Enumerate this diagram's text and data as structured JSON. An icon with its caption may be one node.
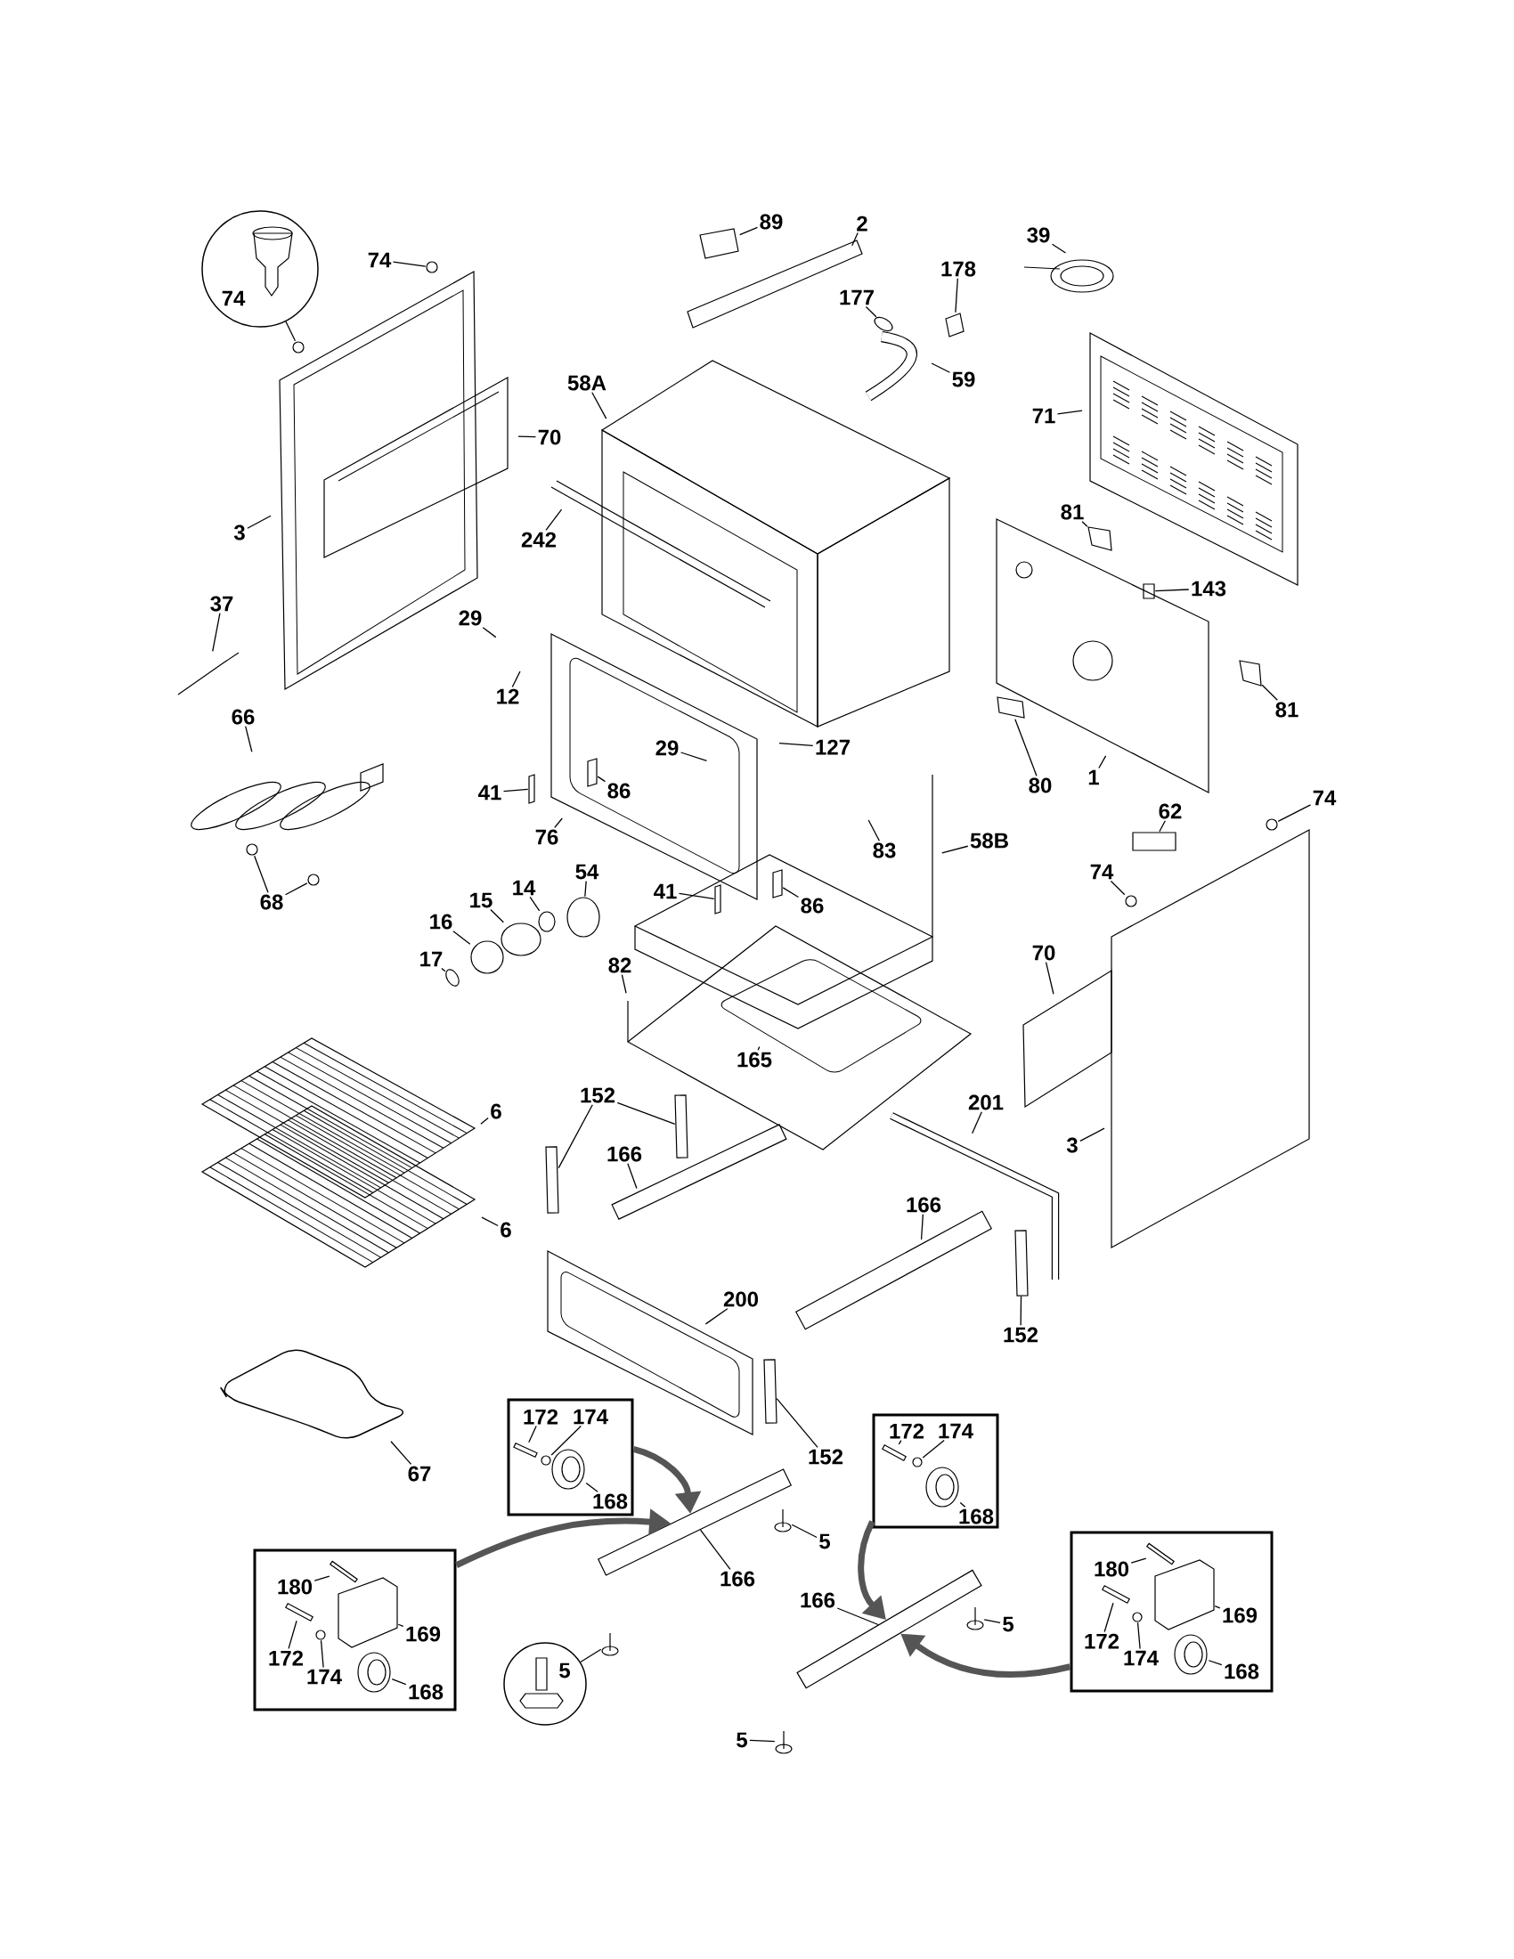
{
  "diagram": {
    "nodes": [
      {
        "text": [
          "74"
        ]
      },
      {
        "text": [
          "74"
        ]
      },
      {
        "text": [
          "89"
        ]
      },
      {
        "text": [
          "2"
        ]
      },
      {
        "text": [
          "39"
        ]
      },
      {
        "text": [
          "178"
        ]
      },
      {
        "text": [
          "177"
        ]
      },
      {
        "text": [
          "59"
        ]
      },
      {
        "text": [
          "58A"
        ]
      },
      {
        "text": [
          "71"
        ]
      },
      {
        "text": [
          "70"
        ]
      },
      {
        "text": [
          "81"
        ]
      },
      {
        "text": [
          "3"
        ]
      },
      {
        "text": [
          "242"
        ]
      },
      {
        "text": [
          "143"
        ]
      },
      {
        "text": [
          "37"
        ]
      },
      {
        "text": [
          "29"
        ]
      },
      {
        "text": [
          "12"
        ]
      },
      {
        "text": [
          "81"
        ]
      },
      {
        "text": [
          "66"
        ]
      },
      {
        "text": [
          "127"
        ]
      },
      {
        "text": [
          "29"
        ]
      },
      {
        "text": [
          "1"
        ]
      },
      {
        "text": [
          "80"
        ]
      },
      {
        "text": [
          "86"
        ]
      },
      {
        "text": [
          "41"
        ]
      },
      {
        "text": [
          "74"
        ]
      },
      {
        "text": [
          "62"
        ]
      },
      {
        "text": [
          "76"
        ]
      },
      {
        "text": [
          "58B"
        ]
      },
      {
        "text": [
          "83"
        ]
      },
      {
        "text": [
          "74"
        ]
      },
      {
        "text": [
          "54"
        ]
      },
      {
        "text": [
          "14"
        ]
      },
      {
        "text": [
          "41"
        ]
      },
      {
        "text": [
          "15"
        ]
      },
      {
        "text": [
          "68"
        ]
      },
      {
        "text": [
          "86"
        ]
      },
      {
        "text": [
          "16"
        ]
      },
      {
        "text": [
          "70"
        ]
      },
      {
        "text": [
          "17"
        ]
      },
      {
        "text": [
          "82"
        ]
      },
      {
        "text": [
          "165"
        ]
      },
      {
        "text": [
          "152"
        ]
      },
      {
        "text": [
          "201"
        ]
      },
      {
        "text": [
          "6"
        ]
      },
      {
        "text": [
          "3"
        ]
      },
      {
        "text": [
          "166"
        ]
      },
      {
        "text": [
          "166"
        ]
      },
      {
        "text": [
          "6"
        ]
      },
      {
        "text": [
          "200"
        ]
      },
      {
        "text": [
          "152"
        ]
      },
      {
        "text": [
          "152"
        ]
      },
      {
        "text": [
          "67"
        ]
      },
      {
        "text": [],
        "shape": "box"
      },
      {
        "text": [
          "172"
        ],
        "in": 54
      },
      {
        "text": [
          "174"
        ],
        "in": 54
      },
      {
        "text": [
          "168"
        ],
        "in": 54
      },
      {
        "text": [],
        "shape": "box"
      },
      {
        "text": [
          "172"
        ],
        "in": 58
      },
      {
        "text": [
          "174"
        ],
        "in": 58
      },
      {
        "text": [
          "168"
        ],
        "in": 58
      },
      {
        "text": [
          "5"
        ]
      },
      {
        "text": [],
        "shape": "box"
      },
      {
        "text": [
          "180"
        ],
        "in": 63
      },
      {
        "text": [
          "172"
        ],
        "in": 63
      },
      {
        "text": [
          "174"
        ],
        "in": 63
      },
      {
        "text": [
          "169"
        ],
        "in": 63
      },
      {
        "text": [
          "168"
        ],
        "in": 63
      },
      {
        "text": [
          "166"
        ]
      },
      {
        "text": [],
        "shape": "box"
      },
      {
        "text": [
          "180"
        ],
        "in": 70
      },
      {
        "text": [
          "172"
        ],
        "in": 70
      },
      {
        "text": [
          "174"
        ],
        "in": 70
      },
      {
        "text": [
          "169"
        ],
        "in": 70
      },
      {
        "text": [
          "168"
        ],
        "in": 70
      },
      {
        "text": [
          "166"
        ]
      },
      {
        "text": [
          "5"
        ]
      },
      {
        "text": [
          "5"
        ]
      },
      {
        "text": [
          "5"
        ]
      },
      {
        "text": [],
        "shape": "circle"
      },
      {
        "text": [],
        "shape": "circle"
      },
      {
        "text": [],
        "shape": "box"
      },
      {
        "text": [],
        "shape": "box"
      },
      {
        "text": [],
        "shape": "circle"
      },
      {
        "text": [],
        "shape": "box"
      },
      {
        "text": [],
        "shape": "box"
      },
      {
        "text": [],
        "shape": "picture"
      },
      {
        "text": [],
        "shape": "box"
      },
      {
        "text": [],
        "shape": "box"
      },
      {
        "text": [],
        "shape": "box"
      },
      {
        "text": [],
        "shape": "box"
      },
      {
        "text": [],
        "shape": "circle"
      },
      {
        "text": [],
        "shape": "box"
      },
      {
        "text": [],
        "shape": "circle"
      },
      {
        "text": [],
        "shape": "circle"
      },
      {
        "text": [],
        "shape": "circle"
      },
      {
        "text": [],
        "shape": "box"
      },
      {
        "text": [],
        "shape": "circle"
      },
      {
        "text": [],
        "shape": "circle"
      },
      {
        "text": [],
        "shape": "circle"
      },
      {
        "text": [],
        "shape": "box"
      },
      {
        "text": [],
        "shape": "circle"
      },
      {
        "text": [],
        "shape": "circle"
      },
      {
        "text": [],
        "shape": "box"
      },
      {
        "text": [],
        "shape": "box"
      },
      {
        "text": [],
        "shape": "box"
      },
      {
        "text": [],
        "shape": "box"
      },
      {
        "text": [],
        "shape": "box",
        "in": 54
      },
      {
        "text": [],
        "shape": "circle",
        "in": 54
      },
      {
        "text": [],
        "shape": "picture",
        "in": 54
      },
      {
        "text": [],
        "shape": "box",
        "in": 58
      },
      {
        "text": [],
        "shape": "circle",
        "in": 58
      },
      {
        "text": [],
        "shape": "picture",
        "in": 58
      },
      {
        "text": [],
        "shape": "picture"
      },
      {
        "text": [],
        "shape": "box",
        "in": 63
      },
      {
        "text": [],
        "shape": "box",
        "in": 63
      },
      {
        "text": [],
        "shape": "circle",
        "in": 63
      },
      {
        "text": [],
        "shape": "box",
        "in": 63
      },
      {
        "text": [],
        "shape": "picture",
        "in": 63
      },
      {
        "text": [],
        "shape": "box",
        "in": 70
      },
      {
        "text": [],
        "shape": "box",
        "in": 70
      },
      {
        "text": [],
        "shape": "circle",
        "in": 70
      },
      {
        "text": [],
        "shape": "box",
        "in": 70
      },
      {
        "text": [],
        "shape": "picture",
        "in": 70
      },
      {
        "text": [],
        "shape": "picture"
      },
      {
        "text": [],
        "shape": "picture"
      },
      {
        "text": [],
        "shape": "picture"
      },
      {
        "text": [],
        "shape": "box"
      },
      {
        "text": [],
        "shape": "box"
      }
    ],
    "edges": [
      {
        "from": 0,
        "to": 80,
        "arrow": "none"
      },
      {
        "from": 1,
        "to": 81,
        "arrow": "none"
      },
      {
        "from": 2,
        "to": 82,
        "arrow": "none"
      },
      {
        "from": 3,
        "to": null,
        "arrow": "none"
      },
      {
        "from": 4,
        "to": null,
        "arrow": "none"
      },
      {
        "from": 5,
        "to": 83,
        "arrow": "none"
      },
      {
        "from": 6,
        "to": 84,
        "arrow": "none"
      },
      {
        "from": 7,
        "to": null,
        "arrow": "none"
      },
      {
        "from": 8,
        "to": null,
        "arrow": "none"
      },
      {
        "from": 9,
        "to": null,
        "arrow": "none"
      },
      {
        "from": 10,
        "to": null,
        "arrow": "none"
      },
      {
        "from": 11,
        "to": 85,
        "arrow": "none"
      },
      {
        "from": 12,
        "to": null,
        "arrow": "none"
      },
      {
        "from": 13,
        "to": null,
        "arrow": "none"
      },
      {
        "from": 14,
        "to": 86,
        "arrow": "none"
      },
      {
        "from": 15,
        "to": 87,
        "arrow": "none"
      },
      {
        "from": 16,
        "to": null,
        "arrow": "none"
      },
      {
        "from": 17,
        "to": null,
        "arrow": "none"
      },
      {
        "from": 18,
        "to": 88,
        "arrow": "none"
      },
      {
        "from": 19,
        "to": null,
        "arrow": "none"
      },
      {
        "from": 20,
        "to": null,
        "arrow": "none"
      },
      {
        "from": 21,
        "to": null,
        "arrow": "none"
      },
      {
        "from": 22,
        "to": null,
        "arrow": "none"
      },
      {
        "from": 23,
        "to": 89,
        "arrow": "none"
      },
      {
        "from": 24,
        "to": 90,
        "arrow": "none"
      },
      {
        "from": 25,
        "to": 91,
        "arrow": "none"
      },
      {
        "from": 26,
        "to": 92,
        "arrow": "none"
      },
      {
        "from": 27,
        "to": 93,
        "arrow": "none"
      },
      {
        "from": 28,
        "to": null,
        "arrow": "none"
      },
      {
        "from": 29,
        "to": null,
        "arrow": "none"
      },
      {
        "from": 30,
        "to": null,
        "arrow": "none"
      },
      {
        "from": 31,
        "to": 94,
        "arrow": "none"
      },
      {
        "from": 32,
        "to": 95,
        "arrow": "none"
      },
      {
        "from": 33,
        "to": 96,
        "arrow": "none"
      },
      {
        "from": 34,
        "to": 97,
        "arrow": "none"
      },
      {
        "from": 35,
        "to": 98,
        "arrow": "none"
      },
      {
        "from": 36,
        "to": 99,
        "arrow": "none"
      },
      {
        "from": 36,
        "to": 100,
        "arrow": "none"
      },
      {
        "from": 37,
        "to": 101,
        "arrow": "none"
      },
      {
        "from": 38,
        "to": 102,
        "arrow": "none"
      },
      {
        "from": 39,
        "to": null,
        "arrow": "none"
      },
      {
        "from": 40,
        "to": 103,
        "arrow": "none"
      },
      {
        "from": 41,
        "to": null,
        "arrow": "none"
      },
      {
        "from": 42,
        "to": null,
        "arrow": "none"
      },
      {
        "from": 43,
        "to": 104,
        "arrow": "none"
      },
      {
        "from": 43,
        "to": 105,
        "arrow": "none"
      },
      {
        "from": 44,
        "to": null,
        "arrow": "none"
      },
      {
        "from": 45,
        "to": null,
        "arrow": "none"
      },
      {
        "from": 46,
        "to": null,
        "arrow": "none"
      },
      {
        "from": 47,
        "to": null,
        "arrow": "none"
      },
      {
        "from": 48,
        "to": null,
        "arrow": "none"
      },
      {
        "from": 49,
        "to": null,
        "arrow": "none"
      },
      {
        "from": 50,
        "to": null,
        "arrow": "none"
      },
      {
        "from": 51,
        "to": 106,
        "arrow": "none"
      },
      {
        "from": 52,
        "to": 107,
        "arrow": "none"
      },
      {
        "from": 53,
        "to": null,
        "arrow": "none"
      },
      {
        "from": 54,
        "to": 128,
        "arrow": "to",
        "style": "thick",
        "color": "#555555"
      },
      {
        "from": 55,
        "to": 108,
        "arrow": "none"
      },
      {
        "from": 56,
        "to": 109,
        "arrow": "none"
      },
      {
        "from": 57,
        "to": 110,
        "arrow": "none"
      },
      {
        "from": 58,
        "to": 129,
        "arrow": "to",
        "style": "thick",
        "color": "#555555"
      },
      {
        "from": 59,
        "to": 111,
        "arrow": "none"
      },
      {
        "from": 60,
        "to": 112,
        "arrow": "none"
      },
      {
        "from": 61,
        "to": 113,
        "arrow": "none"
      },
      {
        "from": 62,
        "to": 114,
        "arrow": "none"
      },
      {
        "from": 63,
        "to": 128,
        "arrow": "to",
        "style": "thick",
        "color": "#555555"
      },
      {
        "from": 64,
        "to": 115,
        "arrow": "none"
      },
      {
        "from": 65,
        "to": 116,
        "arrow": "none"
      },
      {
        "from": 66,
        "to": 117,
        "arrow": "none"
      },
      {
        "from": 67,
        "to": 118,
        "arrow": "none"
      },
      {
        "from": 68,
        "to": 119,
        "arrow": "none"
      },
      {
        "from": 69,
        "to": 128,
        "arrow": "none"
      },
      {
        "from": 70,
        "to": 129,
        "arrow": "to",
        "style": "thick",
        "color": "#555555"
      },
      {
        "from": 71,
        "to": 120,
        "arrow": "none"
      },
      {
        "from": 72,
        "to": 121,
        "arrow": "none"
      },
      {
        "from": 73,
        "to": 122,
        "arrow": "none"
      },
      {
        "from": 74,
        "to": 123,
        "arrow": "none"
      },
      {
        "from": 75,
        "to": 124,
        "arrow": "none"
      },
      {
        "from": 76,
        "to": 129,
        "arrow": "none"
      },
      {
        "from": 77,
        "to": 125,
        "arrow": "none"
      },
      {
        "from": 78,
        "to": 126,
        "arrow": "none"
      },
      {
        "from": 79,
        "to": 127,
        "arrow": "none"
      }
    ]
  }
}
